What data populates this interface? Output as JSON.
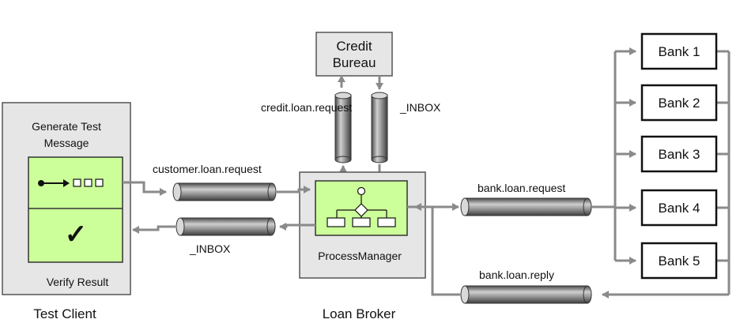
{
  "labels": {
    "credit_bureau_line1": "Credit",
    "credit_bureau_line2": "Bureau",
    "credit_loan_request": "credit.loan.request",
    "inbox_credit": "_INBOX",
    "generate_test_line1": "Generate Test",
    "generate_test_line2": "Message",
    "verify_result": "Verify Result",
    "test_client": "Test Client",
    "customer_loan_request": "customer.loan.request",
    "inbox_customer": "_INBOX",
    "process_manager": "ProcessManager",
    "loan_broker": "Loan Broker",
    "bank_loan_request": "bank.loan.request",
    "bank_loan_reply": "bank.loan.reply",
    "checkmark": "✓"
  },
  "banks": [
    "Bank 1",
    "Bank 2",
    "Bank 3",
    "Bank 4",
    "Bank 5"
  ],
  "colors": {
    "panel_fill": "#e6e6e6",
    "panel_stroke": "#555555",
    "green_fill": "#ccff99",
    "channel_dark": "#5a5a5a",
    "channel_light": "#bdbdbd",
    "arrow": "#8a8a8a"
  }
}
